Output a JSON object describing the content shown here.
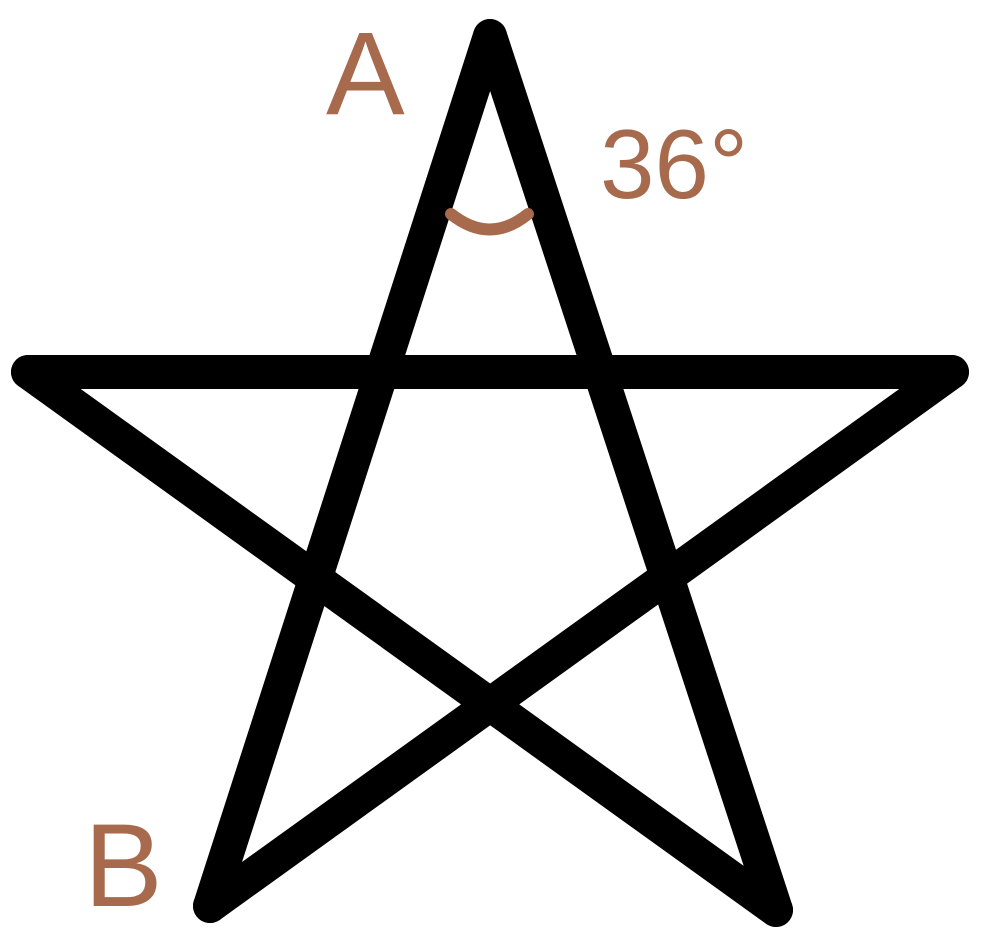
{
  "diagram": {
    "labels": {
      "apex": "A",
      "lower_left": "B",
      "angle": "36°"
    },
    "colors": {
      "stroke": "#000000",
      "label": "#A86A4C",
      "background": "#FFFFFF"
    },
    "shape": "pentagram"
  }
}
